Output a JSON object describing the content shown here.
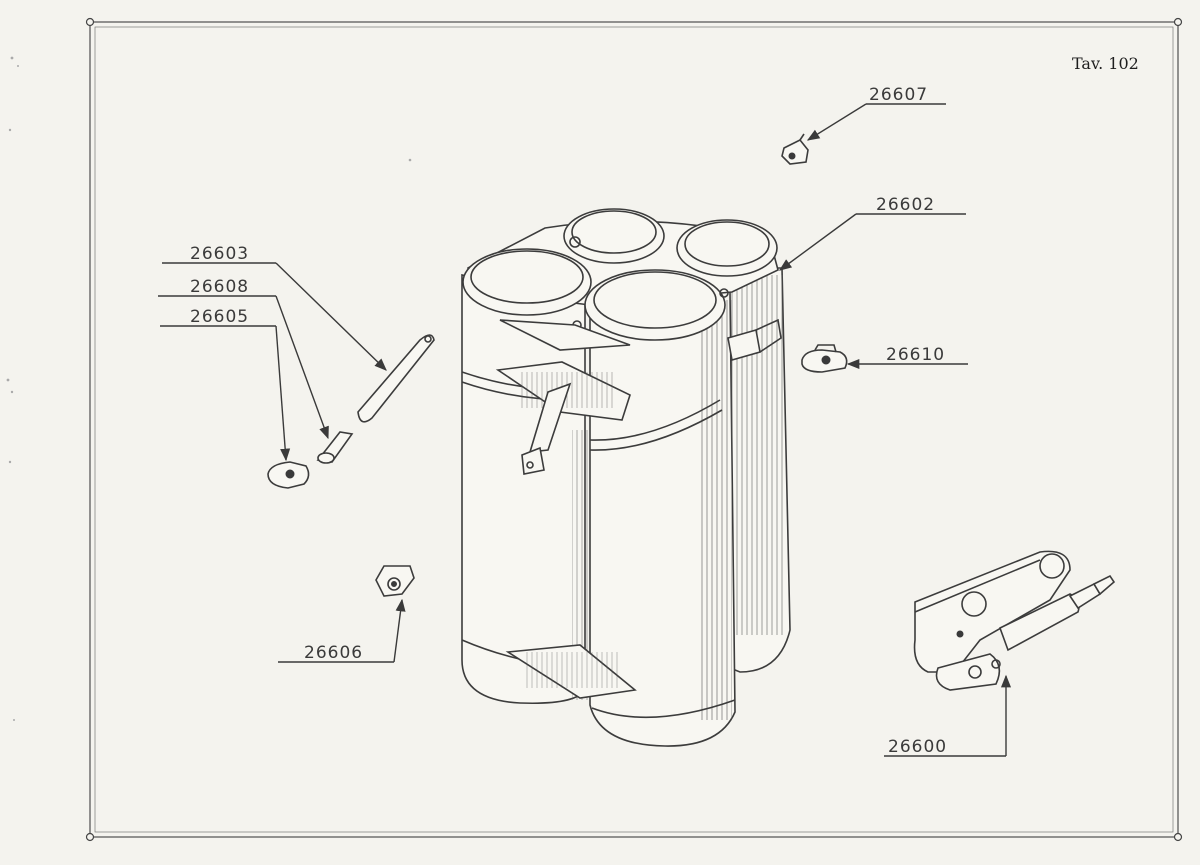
{
  "plate": {
    "title": "Tav. 102"
  },
  "parts": [
    {
      "id": "p26607",
      "number": "26607"
    },
    {
      "id": "p26602",
      "number": "26602"
    },
    {
      "id": "p26603",
      "number": "26603"
    },
    {
      "id": "p26608",
      "number": "26608"
    },
    {
      "id": "p26605",
      "number": "26605"
    },
    {
      "id": "p26610",
      "number": "26610"
    },
    {
      "id": "p26606",
      "number": "26606"
    },
    {
      "id": "p26600",
      "number": "26600"
    }
  ]
}
